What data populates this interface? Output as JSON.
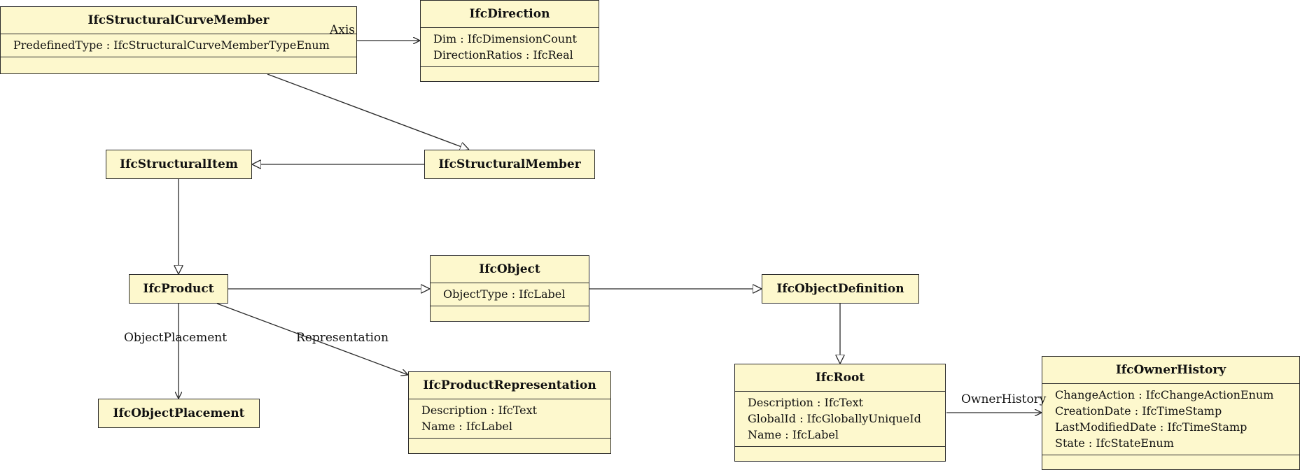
{
  "classes": {
    "curve_member": {
      "name": "IfcStructuralCurveMember",
      "attrs": [
        "PredefinedType : IfcStructuralCurveMemberTypeEnum"
      ]
    },
    "direction": {
      "name": "IfcDirection",
      "attrs": [
        "Dim : IfcDimensionCount",
        "DirectionRatios : IfcReal"
      ]
    },
    "structural_item": {
      "name": "IfcStructuralItem"
    },
    "structural_member": {
      "name": "IfcStructuralMember"
    },
    "product": {
      "name": "IfcProduct"
    },
    "object": {
      "name": "IfcObject",
      "attrs": [
        "ObjectType : IfcLabel"
      ]
    },
    "object_definition": {
      "name": "IfcObjectDefinition"
    },
    "object_placement": {
      "name": "IfcObjectPlacement"
    },
    "product_representation": {
      "name": "IfcProductRepresentation",
      "attrs": [
        "Description : IfcText",
        "Name : IfcLabel"
      ]
    },
    "root": {
      "name": "IfcRoot",
      "attrs": [
        "Description : IfcText",
        "GlobalId : IfcGloballyUniqueId",
        "Name : IfcLabel"
      ]
    },
    "owner_history": {
      "name": "IfcOwnerHistory",
      "attrs": [
        "ChangeAction : IfcChangeActionEnum",
        "CreationDate : IfcTimeStamp",
        "LastModifiedDate : IfcTimeStamp",
        "State : IfcStateEnum"
      ]
    }
  },
  "associations": {
    "axis": "Axis",
    "object_placement": "ObjectPlacement",
    "representation": "Representation",
    "owner_history": "OwnerHistory"
  },
  "colors": {
    "box_fill": "#fdf8cd",
    "stroke": "#2a2a2a"
  }
}
